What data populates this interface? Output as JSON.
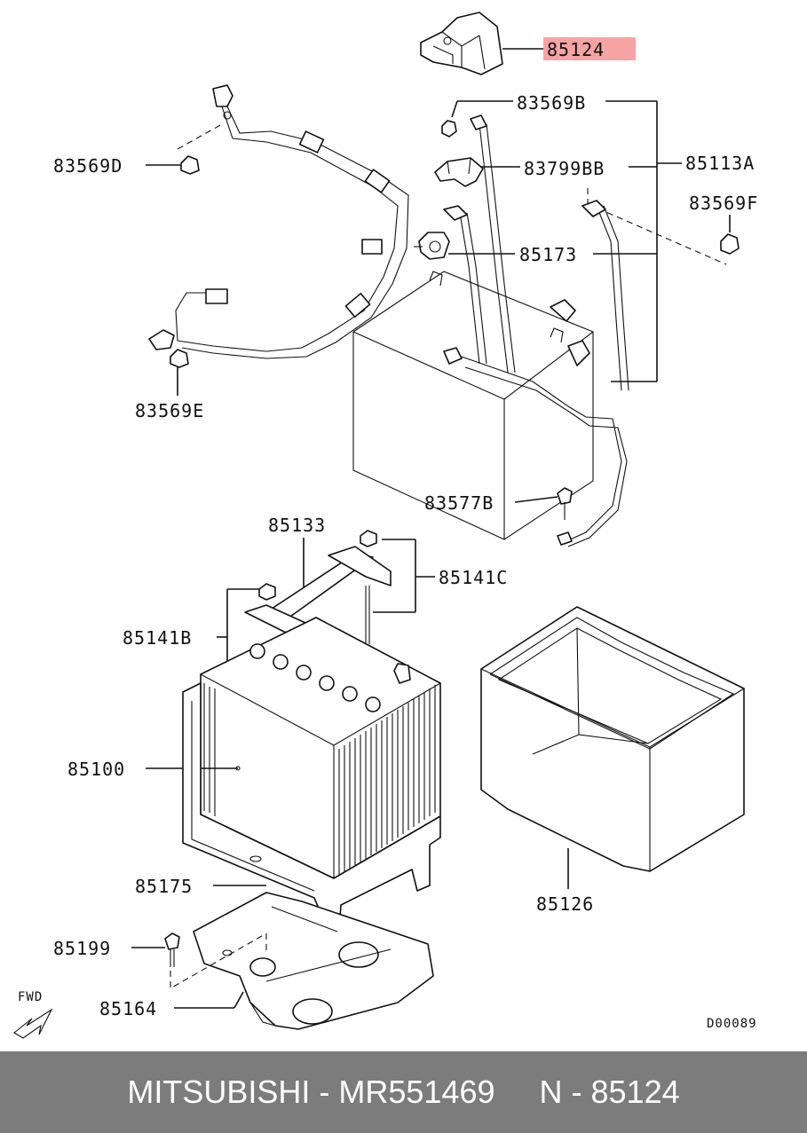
{
  "callouts": {
    "p85124": "85124",
    "p83569B": "83569B",
    "p83799BB": "83799BB",
    "p85113A": "85113A",
    "p83569D": "83569D",
    "p83569F": "83569F",
    "p85173": "85173",
    "p83569E": "83569E",
    "p83577B": "83577B",
    "p85133": "85133",
    "p85141C": "85141C",
    "p85141B": "85141B",
    "p85100": "85100",
    "p85175": "85175",
    "p85126": "85126",
    "p85199": "85199",
    "p85164": "85164"
  },
  "fwd_label": "FWD",
  "diagram_code": "D00089",
  "highlight_color": "#f5a3a3",
  "footer": {
    "text": "MITSUBISHI - MR551469     N - 85124",
    "background": "#7c7c7c"
  }
}
